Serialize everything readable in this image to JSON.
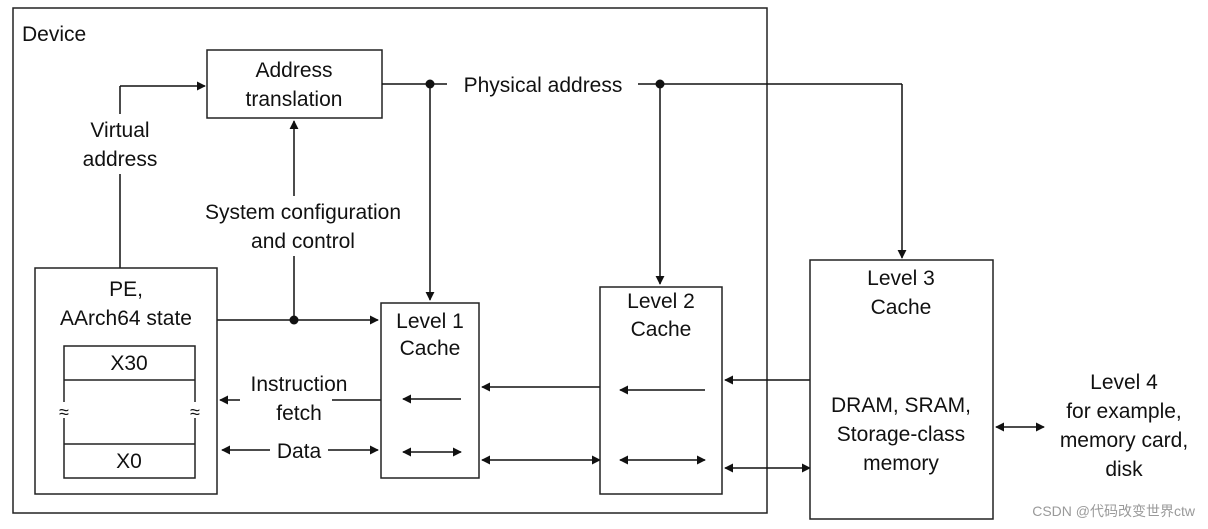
{
  "diagram": {
    "device": {
      "label": "Device"
    },
    "address_translation": {
      "line1": "Address",
      "line2": "translation"
    },
    "physical_address": {
      "label": "Physical address"
    },
    "virtual_address": {
      "line1": "Virtual",
      "line2": "address"
    },
    "system_config": {
      "line1": "System configuration",
      "line2": "and control"
    },
    "pe": {
      "line1": "PE,",
      "line2": "AArch64 state",
      "registers": {
        "top": "X30",
        "bottom": "X0",
        "break_mark": "≈"
      }
    },
    "instruction_fetch": {
      "line1": "Instruction",
      "line2": "fetch"
    },
    "data_label": "Data",
    "level1": {
      "line1": "Level 1",
      "line2": "Cache"
    },
    "level2": {
      "line1": "Level 2",
      "line2": "Cache"
    },
    "level3": {
      "line1": "Level 3",
      "line2": "Cache",
      "mem1": "DRAM, SRAM,",
      "mem2": "Storage-class",
      "mem3": "memory"
    },
    "level4": {
      "line1": "Level 4",
      "line2": "for example,",
      "line3": "memory card,",
      "line4": "disk"
    }
  },
  "watermark": {
    "text": "CSDN @代码改变世界ctw"
  }
}
